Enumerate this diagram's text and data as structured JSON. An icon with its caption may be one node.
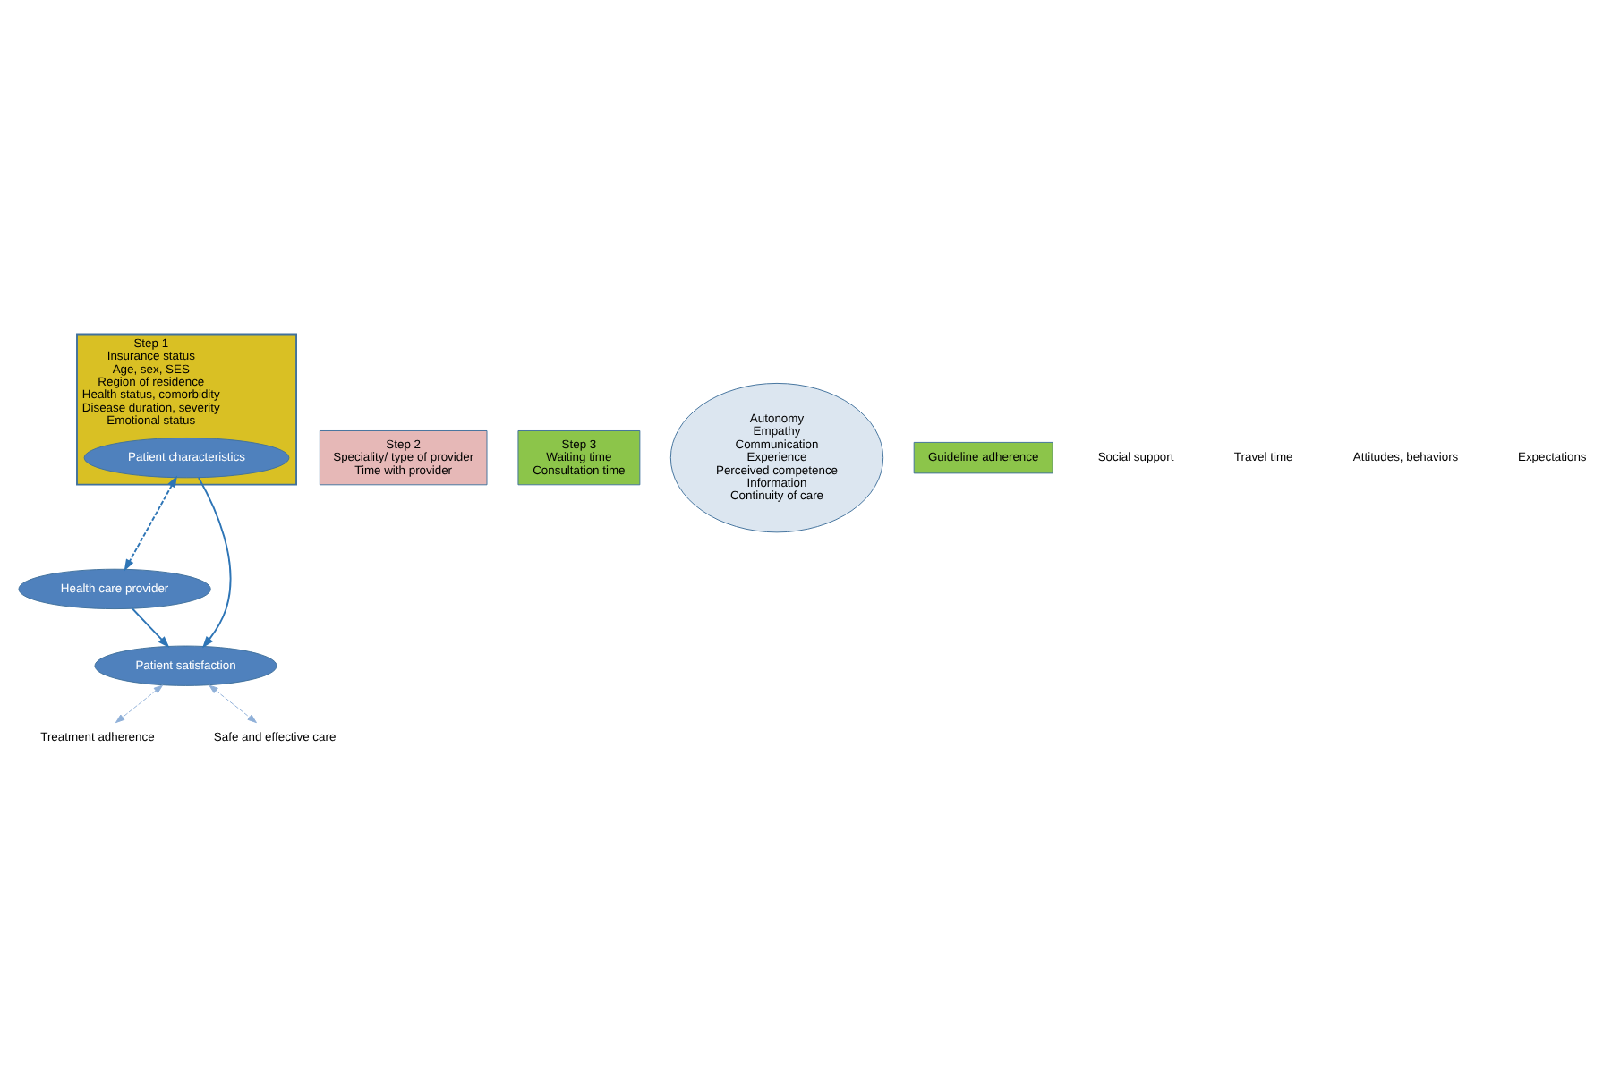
{
  "diagram": {
    "nodes": [
      {
        "text": [
          "Step 1",
          "Insurance status",
          "Age, sex, SES",
          "Region of residence",
          "Health status, comorbidity",
          "Disease duration, severity",
          "Emotional status"
        ]
      },
      {
        "text": [
          "Patient characteristics"
        ],
        "in": 0
      },
      {
        "text": [
          "Step 2",
          "Speciality/ type of provider",
          "Time with provider"
        ]
      },
      {
        "text": [
          "Health care provider"
        ]
      },
      {
        "text": [
          "Step 3",
          "Waiting time",
          "Consultation time"
        ]
      },
      {
        "text": [
          "Autonomy",
          "Empathy",
          "Communication",
          "Experience",
          "Perceived competence",
          "Information",
          "Continuity of care"
        ]
      },
      {
        "text": [
          "Patient satisfaction"
        ]
      },
      {
        "text": [
          "Treatment adherence"
        ]
      },
      {
        "text": [
          "Guideline adherence"
        ]
      },
      {
        "text": [
          "Safe and effective care"
        ]
      }
    ],
    "edges": [
      {
        "from": 1,
        "to": 3,
        "arrow": "both",
        "style": "dashed"
      },
      {
        "from": 1,
        "to": 6,
        "arrow": "to"
      },
      {
        "from": 3,
        "to": 6,
        "arrow": "to"
      },
      {
        "from": 6,
        "to": 7,
        "arrow": "both",
        "style": "dashed",
        "color": "#8fb0d8"
      },
      {
        "from": 6,
        "to": 9,
        "arrow": "both",
        "style": "dashed",
        "color": "#8fb0d8"
      }
    ],
    "labels": [
      "Social support",
      "Travel time",
      "Attitudes, behaviors",
      "Expectations"
    ]
  }
}
